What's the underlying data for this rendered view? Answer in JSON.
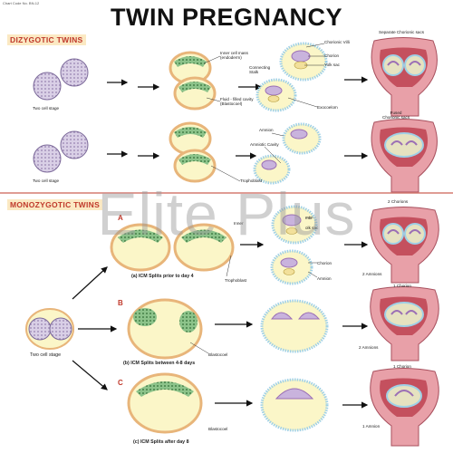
{
  "chart_code": "Chart Code No. BN-12",
  "title": "TWIN PREGNANCY",
  "watermark": "Elite Plus",
  "dizygotic": {
    "label": "DIZYGOTIC TWINS",
    "two_cell_stage_top": "Two cell stage",
    "two_cell_stage_bottom": "Two cell stage",
    "inner_cell_mass": "Inner cell mass\n(endoderm)",
    "fluid_cavity": "Fluid - filled cavity\n(Blastocoel)",
    "trophoblast": "Trophoblast",
    "chorionic_villi": "Chorionic Villi",
    "connecting_stalk": "Connecting\nStalk",
    "chorion": "Chorion",
    "yolk_sac": "Yolk sac",
    "exocoelom": "Exocoelom",
    "amnion": "Amnion",
    "amniotic_cavity": "Amniotic Cavity",
    "separate_chorionic_sacs": "Separate Chorionic sacs",
    "fused_chorionic_sacs": "Fused\nChorionic sacs"
  },
  "monozygotic": {
    "label": "MONOZYGOTIC TWINS",
    "two_cell_stage": "Two cell stage",
    "letter_a": "A",
    "letter_b": "B",
    "letter_c": "C",
    "inner": "Inner",
    "amnion_top": "mbi",
    "yolk_sac": "olk sac",
    "chorion": "Chorion",
    "amnion": "Amnion",
    "trophoblast": "Trophoblast",
    "blastocoel_b": "Blastocoel",
    "blastocoel_c": "Blastocoel",
    "caption_a": "(a) ICM Splits prior to day 4",
    "caption_b": "(b) ICM Splits between 4-8 days",
    "caption_c": "(c) ICM Splits after day 8",
    "two_chorions": "2 Chorions",
    "two_amnions_a": "2 Amnions",
    "one_chorion_a": "1 Chorion",
    "two_amnions_b": "2 Amnions",
    "one_chorion_b": "1 Chorion",
    "one_amnion": "1 Amnion"
  },
  "colors": {
    "accent": "#c0392b",
    "cell": "#d9cfe6",
    "embryo_fluid": "#fbf6c8",
    "blastocyst_wall": "#e8b57a",
    "icm_green": "#7fb77e",
    "uterus": "#e8a0a8",
    "uterus_inner": "#c4505e",
    "amnion_purple": "#9b6fb5",
    "villi": "#7ab8d6"
  }
}
